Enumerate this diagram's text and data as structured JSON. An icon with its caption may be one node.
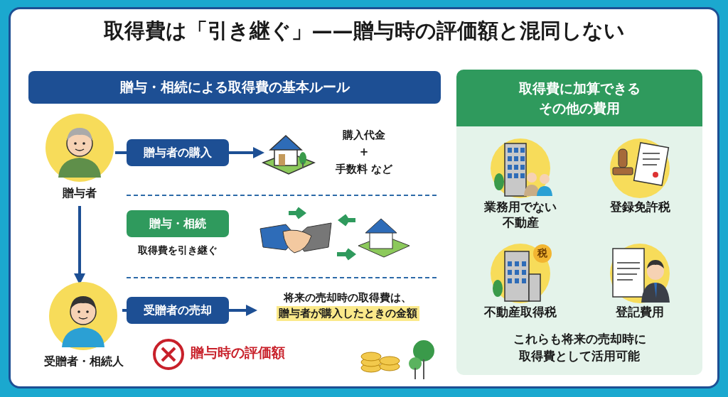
{
  "diagram": {
    "title": "取得費は「引き継ぐ」——贈与時の評価額と混同しない",
    "nodes": [
      {
        "text": [
          "贈与・相続による取得費の基本ルール"
        ]
      },
      {
        "text": [
          "贈与者"
        ]
      },
      {
        "text": [
          "贈与者の購入"
        ]
      },
      {
        "text": [],
        "shape": "picture",
        "beside": [
          "購入代金",
          "+",
          "手数料 など"
        ]
      },
      {
        "text": [
          "贈与・相続",
          "取得費を引き継ぐ"
        ]
      },
      {
        "text": [
          "受贈者・相続人"
        ]
      },
      {
        "text": [
          "受贈者の売却"
        ]
      },
      {
        "text": [
          "将来の売却時の取得費は、",
          "贈与者が購入したときの金額"
        ]
      },
      {
        "text": [
          "取得費に加算できるその他の費用",
          "これらも将来の売却時に取得費として活用可能"
        ]
      },
      {
        "text": [
          "業務用でない不動産"
        ],
        "in": 8
      },
      {
        "text": [
          "登録免許税"
        ],
        "in": 8
      },
      {
        "text": [
          "不動産取得税"
        ],
        "in": 8
      },
      {
        "text": [
          "登記費用"
        ],
        "in": 8
      }
    ],
    "edges": [
      {
        "from": 1,
        "to": 2,
        "arrow": "none"
      },
      {
        "from": 2,
        "to": 3,
        "arrow": "to"
      },
      {
        "from": 1,
        "to": 5,
        "arrow": "to"
      },
      {
        "from": 5,
        "to": 6,
        "arrow": "none"
      },
      {
        "from": 6,
        "to": 7,
        "arrow": "to"
      }
    ],
    "labels": [
      "贈与時の評価額",
      "税"
    ]
  }
}
